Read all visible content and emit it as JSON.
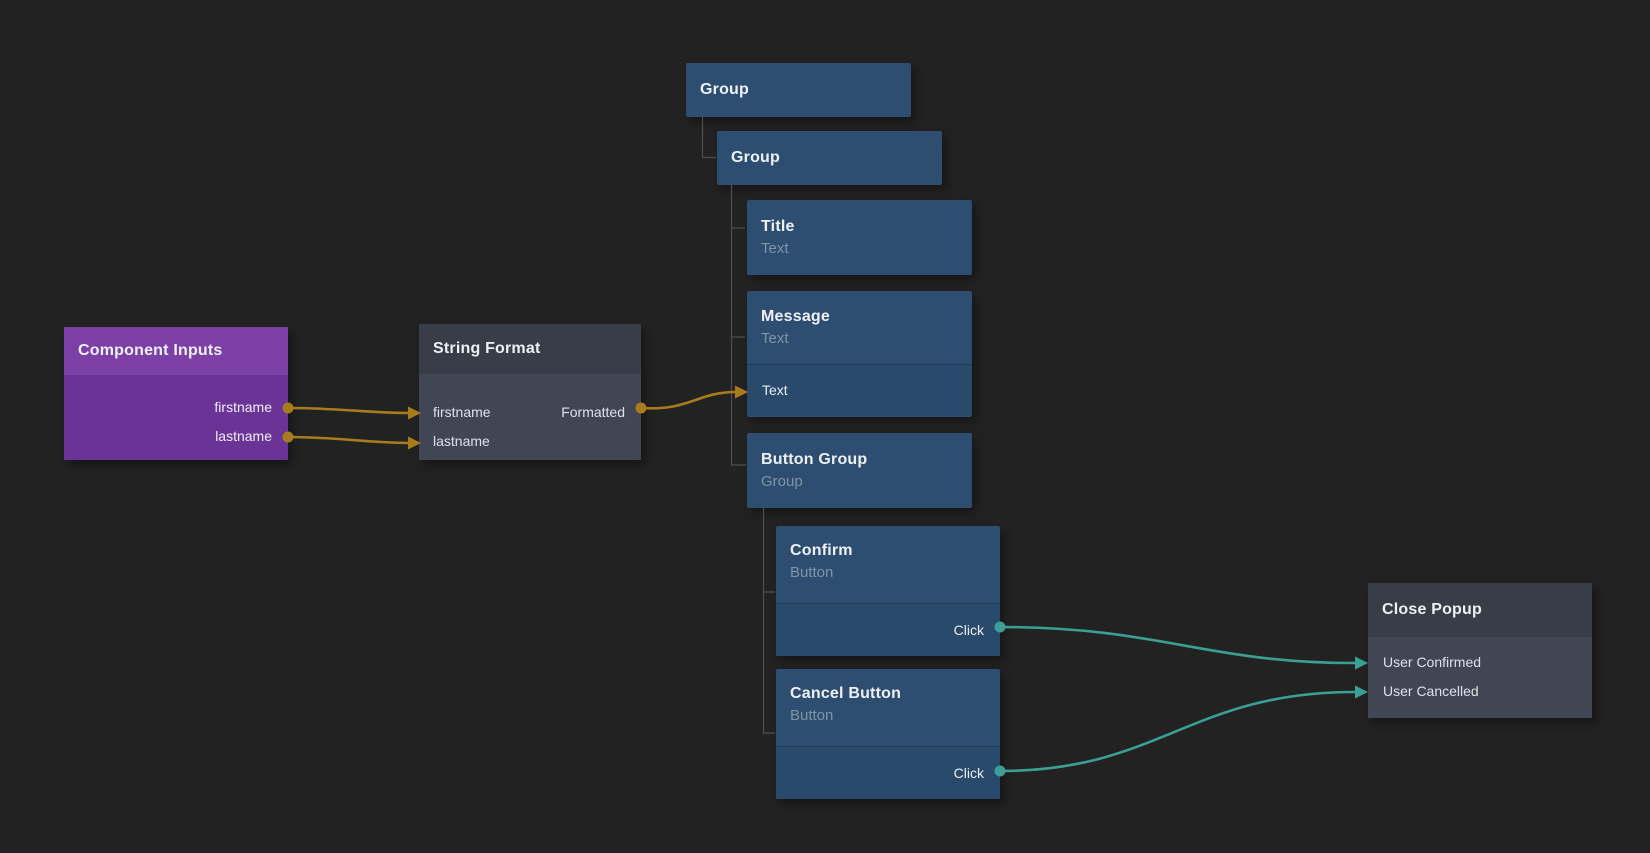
{
  "canvas": {
    "background_color": "#222222",
    "tree_line_color": "#4f4f4f"
  },
  "colors": {
    "wire_string": "#a87c1d",
    "wire_signal": "#3aa096",
    "node_blue_header": "#2d4e70",
    "node_blue_section": "#294a6b",
    "node_dark_header": "#383d48",
    "node_dark_body": "#414654",
    "node_purple_header": "#7b3fa6",
    "node_purple_body": "#6a3496"
  },
  "nodes": {
    "component_inputs": {
      "title": "Component Inputs",
      "outputs": [
        "firstname",
        "lastname"
      ]
    },
    "string_format": {
      "title": "String Format",
      "inputs": [
        "firstname",
        "lastname"
      ],
      "outputs": [
        "Formatted"
      ]
    },
    "group_outer": {
      "title": "Group"
    },
    "group_inner": {
      "title": "Group"
    },
    "title_node": {
      "title": "Title",
      "subtitle": "Text"
    },
    "message": {
      "title": "Message",
      "subtitle": "Text",
      "inputs": [
        "Text"
      ]
    },
    "button_group": {
      "title": "Button Group",
      "subtitle": "Group"
    },
    "confirm_button": {
      "title": "Confirm",
      "subtitle": "Button",
      "outputs": [
        "Click"
      ]
    },
    "cancel_button": {
      "title": "Cancel Button",
      "subtitle": "Button",
      "outputs": [
        "Click"
      ]
    },
    "close_popup": {
      "title": "Close Popup",
      "inputs": [
        "User Confirmed",
        "User Cancelled"
      ]
    }
  }
}
